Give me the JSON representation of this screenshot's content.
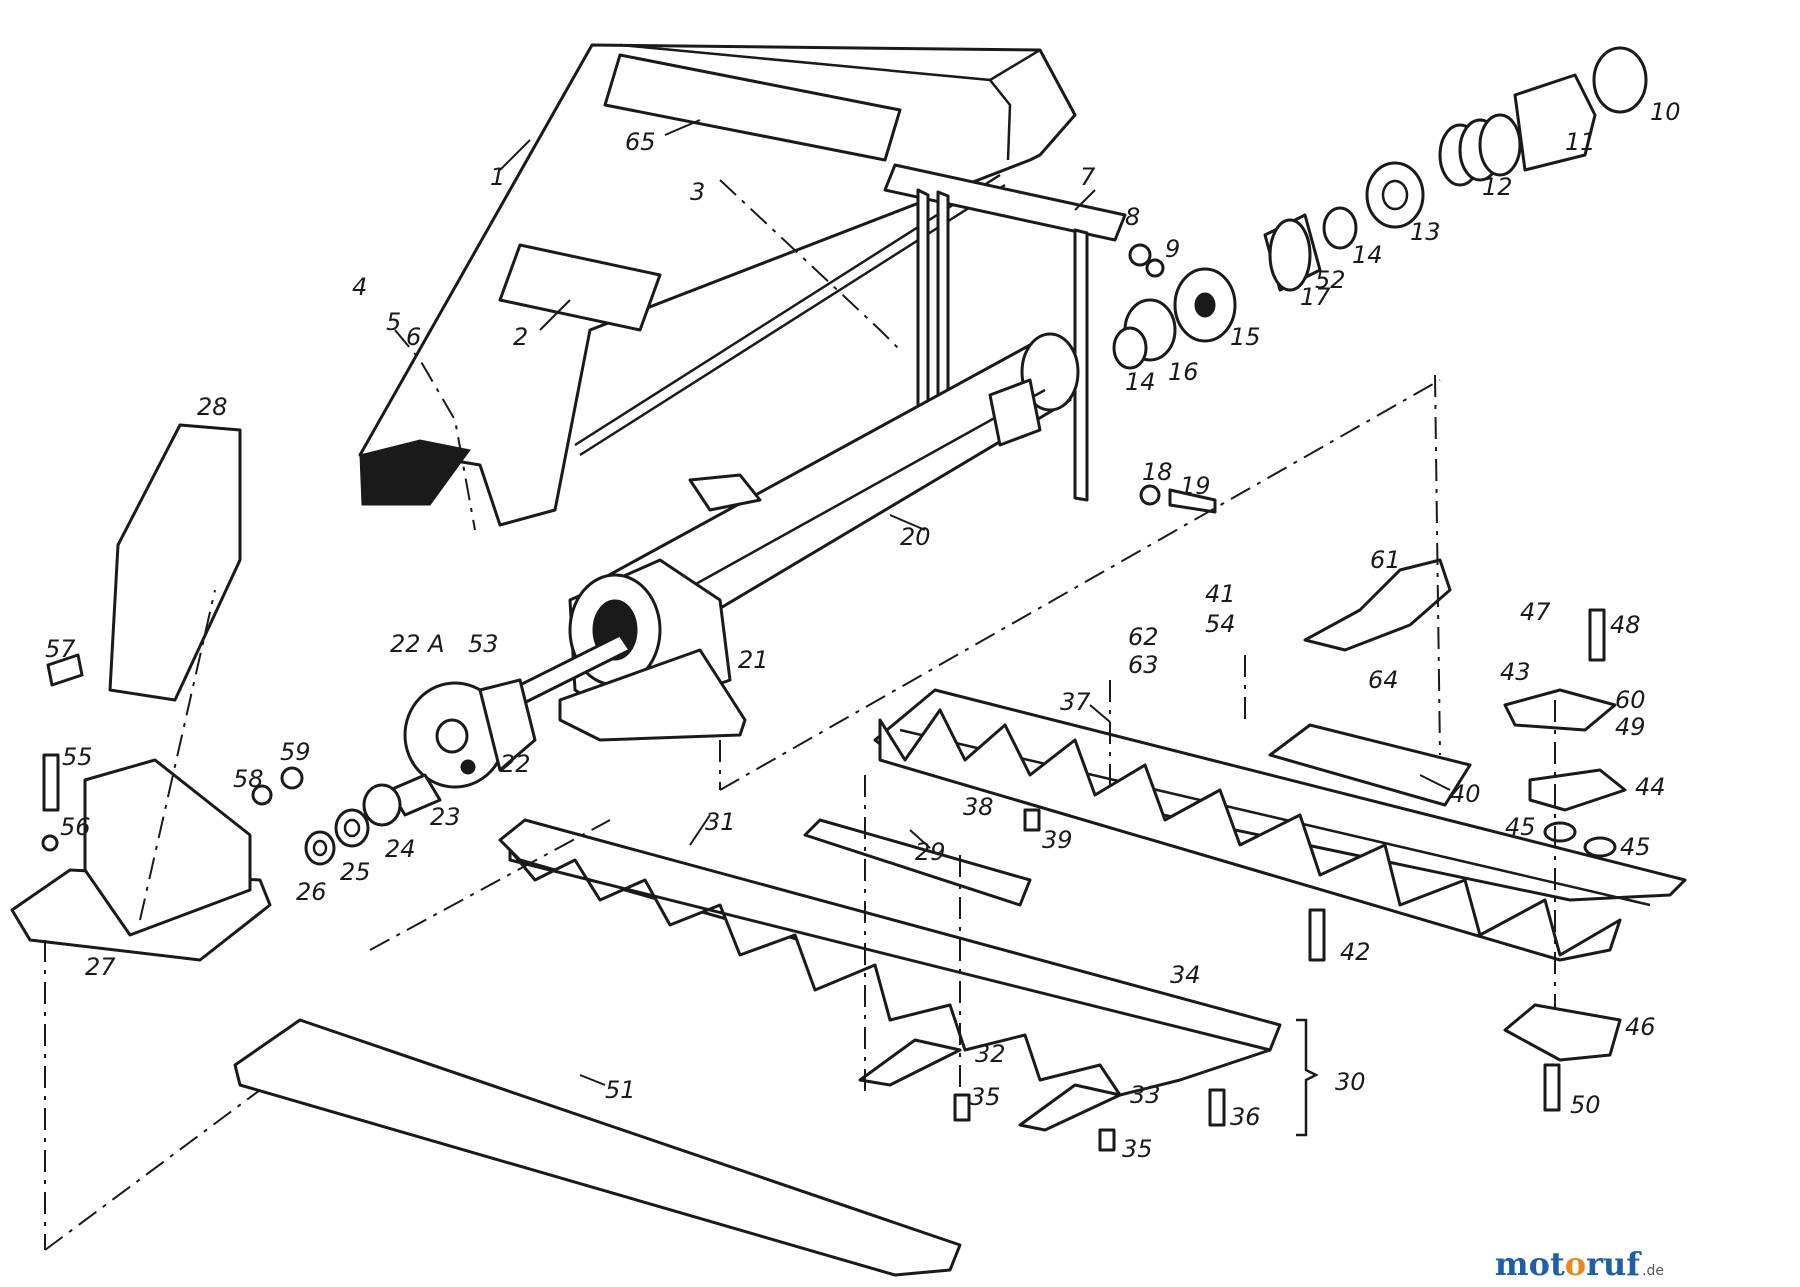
{
  "part_labels": [
    {
      "id": "1"
    },
    {
      "id": "2"
    },
    {
      "id": "3"
    },
    {
      "id": "4"
    },
    {
      "id": "5"
    },
    {
      "id": "6"
    },
    {
      "id": "7"
    },
    {
      "id": "8"
    },
    {
      "id": "9"
    },
    {
      "id": "10"
    },
    {
      "id": "11"
    },
    {
      "id": "12"
    },
    {
      "id": "13"
    },
    {
      "id": "14"
    },
    {
      "id": "14"
    },
    {
      "id": "15"
    },
    {
      "id": "16"
    },
    {
      "id": "17"
    },
    {
      "id": "18"
    },
    {
      "id": "19"
    },
    {
      "id": "20"
    },
    {
      "id": "21"
    },
    {
      "id": "22"
    },
    {
      "id": "22 A"
    },
    {
      "id": "23"
    },
    {
      "id": "24"
    },
    {
      "id": "25"
    },
    {
      "id": "26"
    },
    {
      "id": "27"
    },
    {
      "id": "28"
    },
    {
      "id": "29"
    },
    {
      "id": "30"
    },
    {
      "id": "31"
    },
    {
      "id": "32"
    },
    {
      "id": "33"
    },
    {
      "id": "34"
    },
    {
      "id": "35"
    },
    {
      "id": "35"
    },
    {
      "id": "36"
    },
    {
      "id": "37"
    },
    {
      "id": "38"
    },
    {
      "id": "39"
    },
    {
      "id": "40"
    },
    {
      "id": "41"
    },
    {
      "id": "42"
    },
    {
      "id": "43"
    },
    {
      "id": "44"
    },
    {
      "id": "45"
    },
    {
      "id": "45"
    },
    {
      "id": "46"
    },
    {
      "id": "47"
    },
    {
      "id": "48"
    },
    {
      "id": "49"
    },
    {
      "id": "50"
    },
    {
      "id": "51"
    },
    {
      "id": "52"
    },
    {
      "id": "53"
    },
    {
      "id": "54"
    },
    {
      "id": "55"
    },
    {
      "id": "56"
    },
    {
      "id": "57"
    },
    {
      "id": "58"
    },
    {
      "id": "59"
    },
    {
      "id": "60"
    },
    {
      "id": "61"
    },
    {
      "id": "62"
    },
    {
      "id": "63"
    },
    {
      "id": "64"
    },
    {
      "id": "65"
    }
  ],
  "watermark": {
    "brand": "motoruf",
    "suffix": ".de"
  },
  "colors": {
    "ink": "#1a1a1a",
    "paper": "#ffffff",
    "wm_blue": "#1f5fa8",
    "wm_orange": "#e8891e"
  }
}
